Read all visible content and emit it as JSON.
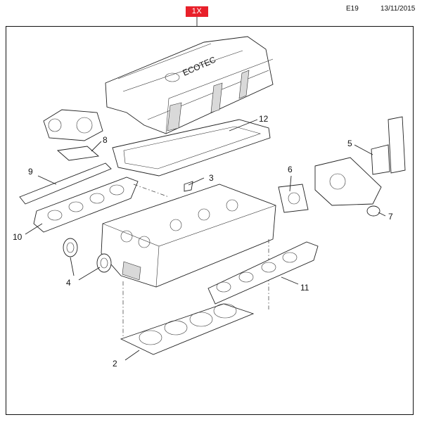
{
  "header": {
    "quantity_badge": "1X",
    "page_code": "E19",
    "date": "13/11/2015",
    "badge_color": "#e8202a"
  },
  "diagram": {
    "cover_logo_text": "ECOTEC",
    "callouts": [
      "2",
      "3",
      "4",
      "5",
      "6",
      "7",
      "8",
      "9",
      "10",
      "11",
      "12"
    ]
  }
}
